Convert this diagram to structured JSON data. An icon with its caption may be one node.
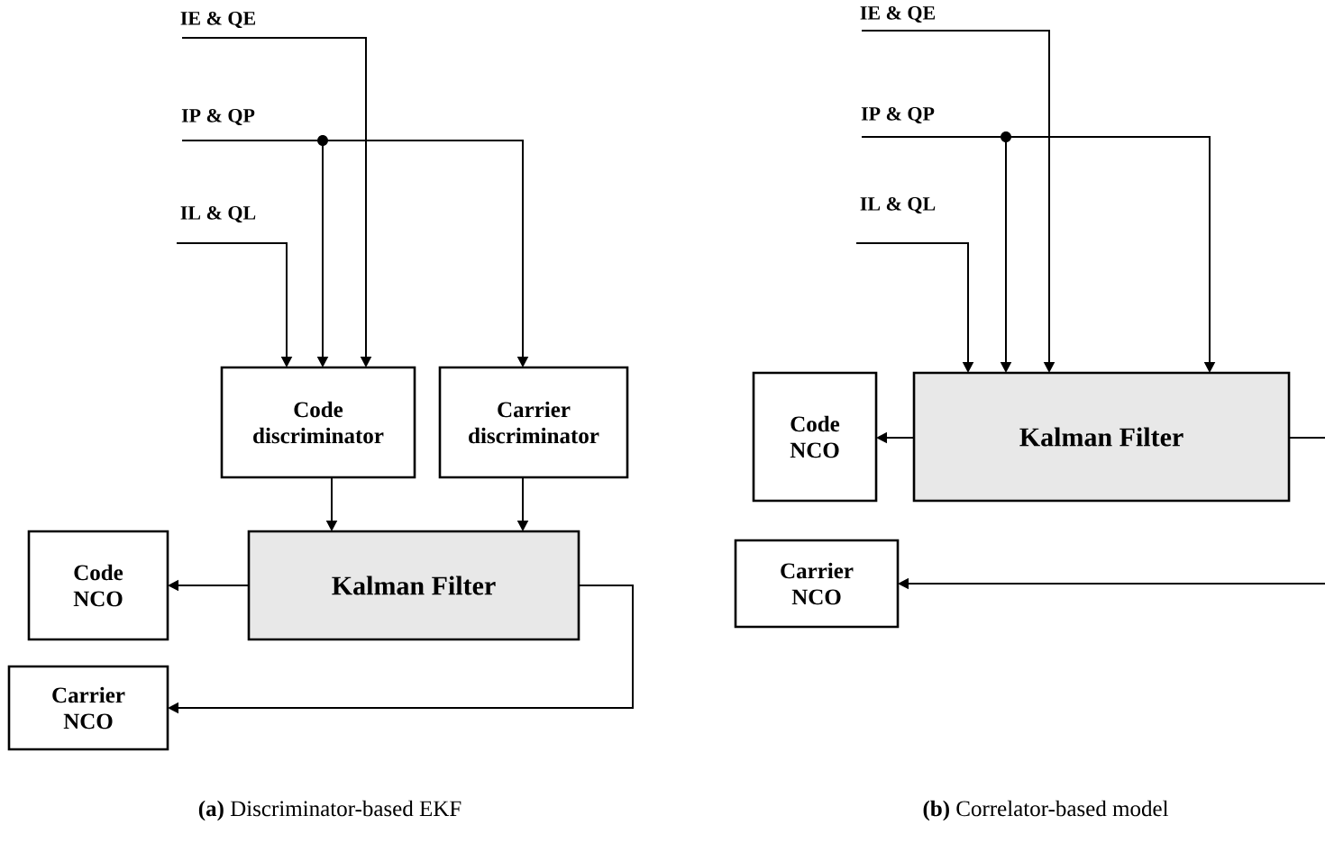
{
  "diagram": {
    "nodes": [
      {
        "text": [
          "IE & QE"
        ]
      },
      {
        "text": [
          "IP & QP"
        ]
      },
      {
        "text": [
          "IL & QL"
        ]
      },
      {
        "text": [],
        "shape": "circle"
      },
      {
        "text": [
          "Code discriminator"
        ]
      },
      {
        "text": [
          "Carrier discriminator"
        ]
      },
      {
        "text": [
          "Kalman Filter"
        ]
      },
      {
        "text": [
          "Code NCO"
        ]
      },
      {
        "text": [
          "Carrier NCO"
        ]
      },
      {
        "text": [
          "IE & QE"
        ]
      },
      {
        "text": [
          "IP & QP"
        ]
      },
      {
        "text": [
          "IL & QL"
        ]
      },
      {
        "text": [],
        "shape": "circle"
      },
      {
        "text": [
          "Code NCO"
        ]
      },
      {
        "text": [
          "Kalman Filter"
        ]
      },
      {
        "text": [
          "Carrier NCO"
        ]
      }
    ],
    "edges": [
      {
        "from": 0,
        "to": 4,
        "arrow": "to"
      },
      {
        "from": 1,
        "to": 3,
        "arrow": "none"
      },
      {
        "from": 3,
        "to": 4,
        "arrow": "to"
      },
      {
        "from": 3,
        "to": 5,
        "arrow": "to"
      },
      {
        "from": 2,
        "to": 4,
        "arrow": "to"
      },
      {
        "from": 4,
        "to": 6,
        "arrow": "to"
      },
      {
        "from": 5,
        "to": 6,
        "arrow": "to"
      },
      {
        "from": 6,
        "to": 7,
        "arrow": "to"
      },
      {
        "from": 6,
        "to": 8,
        "arrow": "to"
      },
      {
        "from": 9,
        "to": 14,
        "arrow": "to"
      },
      {
        "from": 10,
        "to": 12,
        "arrow": "none"
      },
      {
        "from": 12,
        "to": 14,
        "arrow": "to"
      },
      {
        "from": 12,
        "to": 14,
        "arrow": "to"
      },
      {
        "from": 11,
        "to": 14,
        "arrow": "to"
      },
      {
        "from": 14,
        "to": 13,
        "arrow": "to"
      },
      {
        "from": 14,
        "to": null,
        "arrow": "none"
      },
      {
        "from": null,
        "to": 15,
        "arrow": "to"
      }
    ],
    "labels": [
      "**(a)** Discriminator-based EKF",
      "**(b)** Correlator-based model"
    ]
  }
}
